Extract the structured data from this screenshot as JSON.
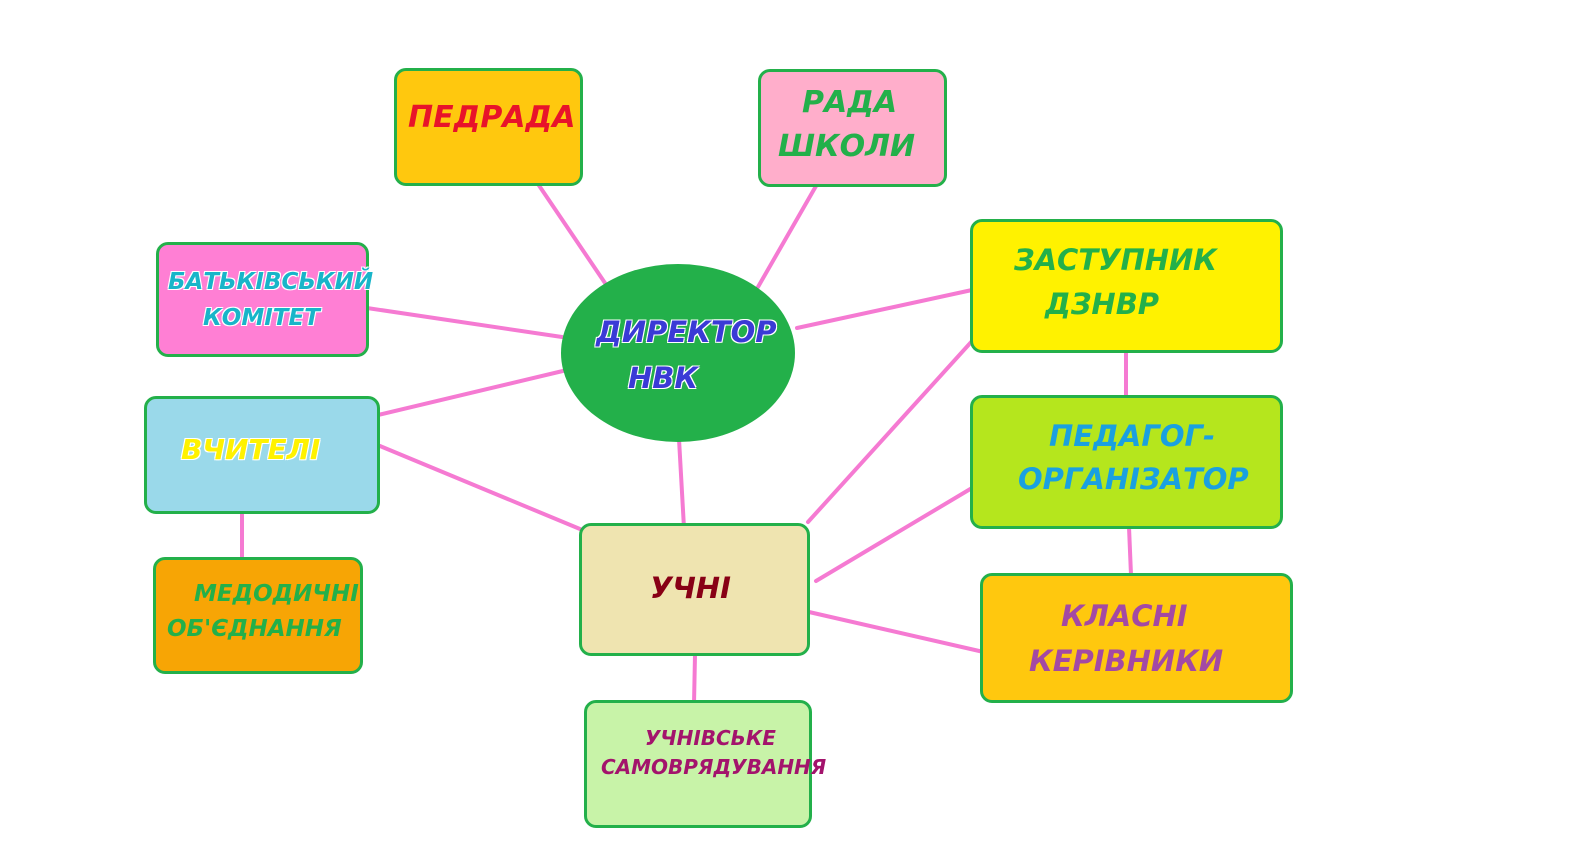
{
  "center": {
    "line1": "ДИРЕКТОР",
    "line2": "НВК"
  },
  "nodes": {
    "pedrada": {
      "text": "ПЕДРАДА"
    },
    "rada_shkoly": {
      "line1": "РАДА",
      "line2": "ШКОЛИ"
    },
    "batkivskyi_komitet": {
      "line1": "БАТЬКІВСЬКИЙ",
      "line2": "КОМІТЕТ"
    },
    "vchyteli": {
      "text": "ВЧИТЕЛІ"
    },
    "metodychni": {
      "line1": "МЕДОДИЧНІ",
      "line2": "ОБ'ЄДНАННЯ"
    },
    "uchni": {
      "text": "УЧНІ"
    },
    "uchnivske": {
      "line1": "УЧНІВСЬКЕ",
      "line2": "САМОВРЯДУВАННЯ"
    },
    "zastupnyk": {
      "line1": "ЗАСТУПНИК",
      "line2": "ДЗНВР"
    },
    "pedagog": {
      "line1": "ПЕДАГОГ-",
      "line2": "ОРГАНІЗАТОР"
    },
    "klasni": {
      "line1": "КЛАСНІ",
      "line2": "КЕРІВНИКИ"
    }
  },
  "colors": {
    "border": "#23b04a",
    "connector": "#f57ad2",
    "center_fill": "#23b04a"
  }
}
